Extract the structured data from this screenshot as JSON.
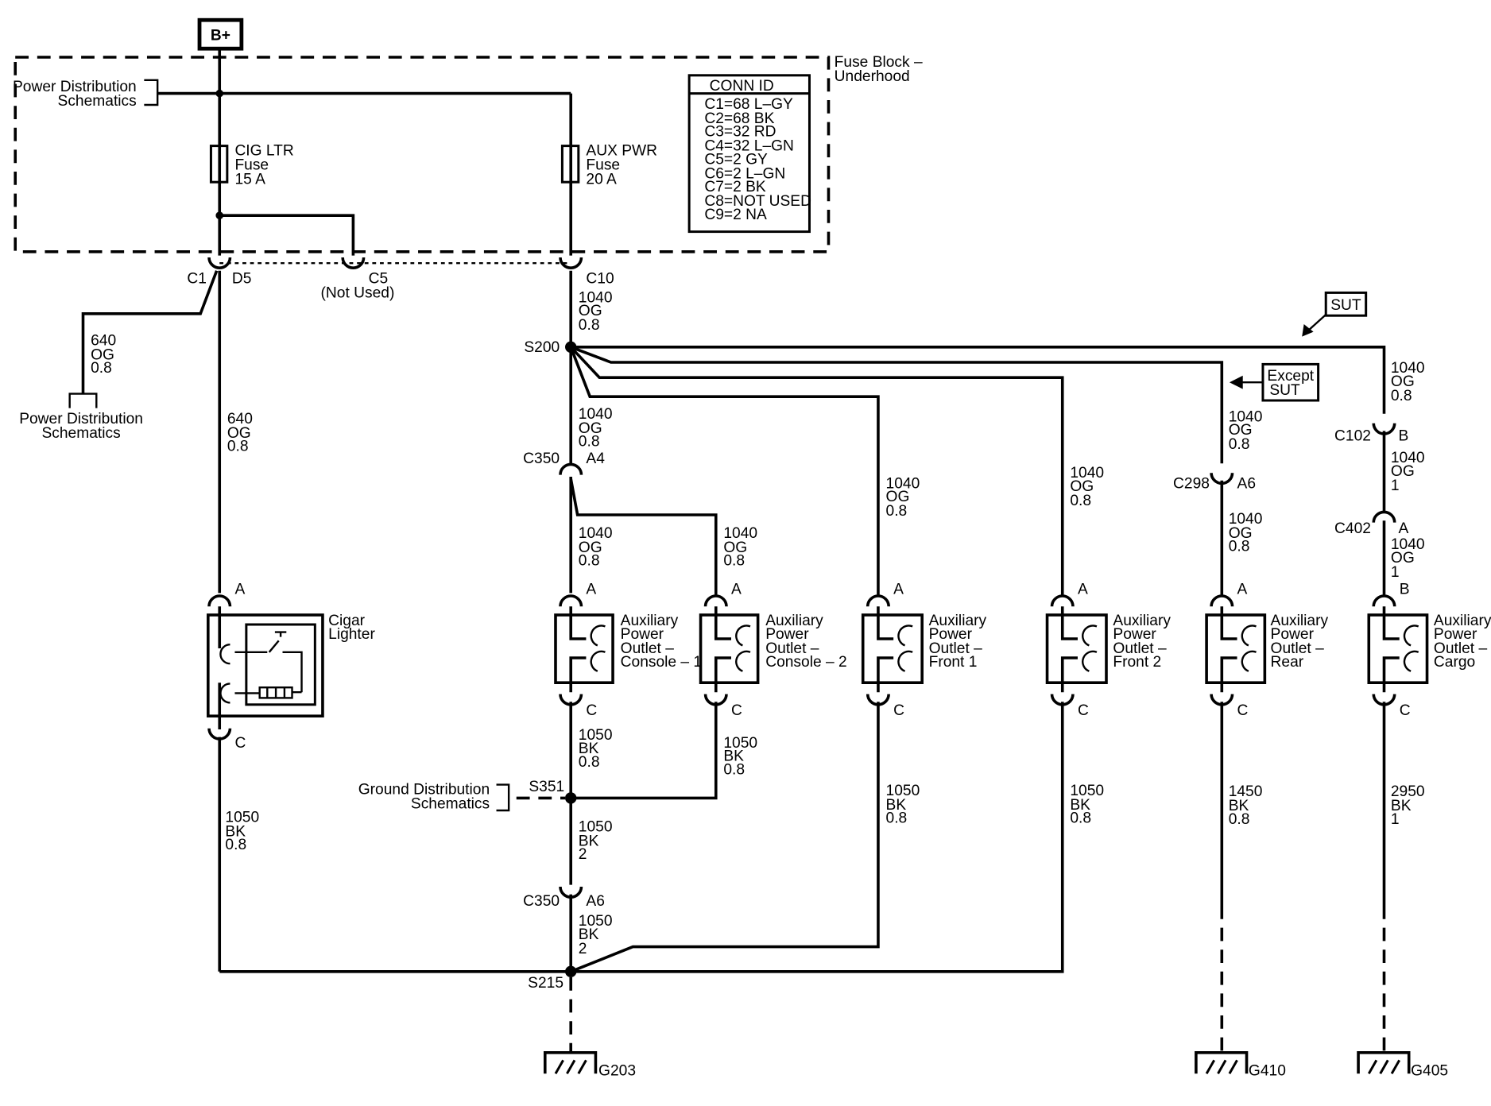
{
  "supply": {
    "label": "B+"
  },
  "fuse_block": {
    "title_line1": "Fuse Block –",
    "title_line2": "Underhood",
    "power_dist_ref": [
      "Power Distribution",
      "Schematics"
    ],
    "cig_fuse": [
      "CIG LTR",
      "Fuse",
      "15 A"
    ],
    "aux_fuse": [
      "AUX PWR",
      "Fuse",
      "20 A"
    ]
  },
  "conn_id": {
    "header": "CONN ID",
    "rows": [
      "C1=68 L–GY",
      "C2=68 BK",
      "C3=32 RD",
      "C4=32 L–GN",
      "C5=2 GY",
      "C6=2 L–GN",
      "C7=2 BK",
      "C8=NOT USED",
      "C9=2 NA"
    ]
  },
  "connectors": {
    "c1": "C1",
    "d5": "D5",
    "c5": "C5",
    "not_used": "(Not Used)",
    "c10": "C10",
    "c350_top": "C350",
    "a4": "A4",
    "c350_bot": "C350",
    "a6_gnd": "A6",
    "c298": "C298",
    "a6_rear": "A6",
    "c102": "C102",
    "b_c102": "B",
    "c402": "C402",
    "a_c402": "A"
  },
  "splices": {
    "s200": "S200",
    "s351": "S351",
    "s215": "S215"
  },
  "wires": {
    "w640_top": [
      "640",
      "OG",
      "0.8"
    ],
    "w640_mid": [
      "640",
      "OG",
      "0.8"
    ],
    "w1040_c10": [
      "1040",
      "OG",
      "0.8"
    ],
    "w1040_s200": [
      "1040",
      "OG",
      "0.8"
    ],
    "w1040_c1": [
      "1040",
      "OG",
      "0.8"
    ],
    "w1040_c2": [
      "1040",
      "OG",
      "0.8"
    ],
    "w1040_f1": [
      "1040",
      "OG",
      "0.8"
    ],
    "w1040_f2": [
      "1040",
      "OG",
      "0.8"
    ],
    "w1040_rear_top": [
      "1040",
      "OG",
      "0.8"
    ],
    "w1040_rear_bot": [
      "1040",
      "OG",
      "0.8"
    ],
    "w1040_cargo_top": [
      "1040",
      "OG",
      "0.8"
    ],
    "w1040_cargo_mid": [
      "1040",
      "OG",
      "1"
    ],
    "w1040_cargo_bot": [
      "1040",
      "OG",
      "1"
    ],
    "w1050_cig": [
      "1050",
      "BK",
      "0.8"
    ],
    "w1050_c1": [
      "1050",
      "BK",
      "0.8"
    ],
    "w1050_c2": [
      "1050",
      "BK",
      "0.8"
    ],
    "w1050_gnd1": [
      "1050",
      "BK",
      "2"
    ],
    "w1050_gnd2": [
      "1050",
      "BK",
      "2"
    ],
    "w1050_f1": [
      "1050",
      "BK",
      "0.8"
    ],
    "w1050_f2": [
      "1050",
      "BK",
      "0.8"
    ],
    "w1450": [
      "1450",
      "BK",
      "0.8"
    ],
    "w2950": [
      "2950",
      "BK",
      "1"
    ]
  },
  "refs": {
    "power_dist_bottom": [
      "Power Distribution",
      "Schematics"
    ],
    "ground_dist": [
      "Ground Distribution",
      "Schematics"
    ]
  },
  "option_boxes": {
    "sut": "SUT",
    "except_sut": [
      "Except",
      "SUT"
    ]
  },
  "components": {
    "cigar": {
      "name": [
        "Cigar",
        "Lighter"
      ],
      "pin_top": "A",
      "pin_bot": "C"
    },
    "console1": {
      "name": [
        "Auxiliary",
        "Power",
        "Outlet –",
        "Console – 1"
      ],
      "pin_top": "A",
      "pin_bot": "C"
    },
    "console2": {
      "name": [
        "Auxiliary",
        "Power",
        "Outlet –",
        "Console – 2"
      ],
      "pin_top": "A",
      "pin_bot": "C"
    },
    "front1": {
      "name": [
        "Auxiliary",
        "Power",
        "Outlet –",
        "Front 1"
      ],
      "pin_top": "A",
      "pin_bot": "C"
    },
    "front2": {
      "name": [
        "Auxiliary",
        "Power",
        "Outlet –",
        "Front 2"
      ],
      "pin_top": "A",
      "pin_bot": "C"
    },
    "rear": {
      "name": [
        "Auxiliary",
        "Power",
        "Outlet –",
        "Rear"
      ],
      "pin_top": "A",
      "pin_bot": "C"
    },
    "cargo": {
      "name": [
        "Auxiliary",
        "Power",
        "Outlet –",
        "Cargo"
      ],
      "pin_top": "B",
      "pin_bot": "C"
    }
  },
  "grounds": {
    "g203": "G203",
    "g410": "G410",
    "g405": "G405"
  }
}
